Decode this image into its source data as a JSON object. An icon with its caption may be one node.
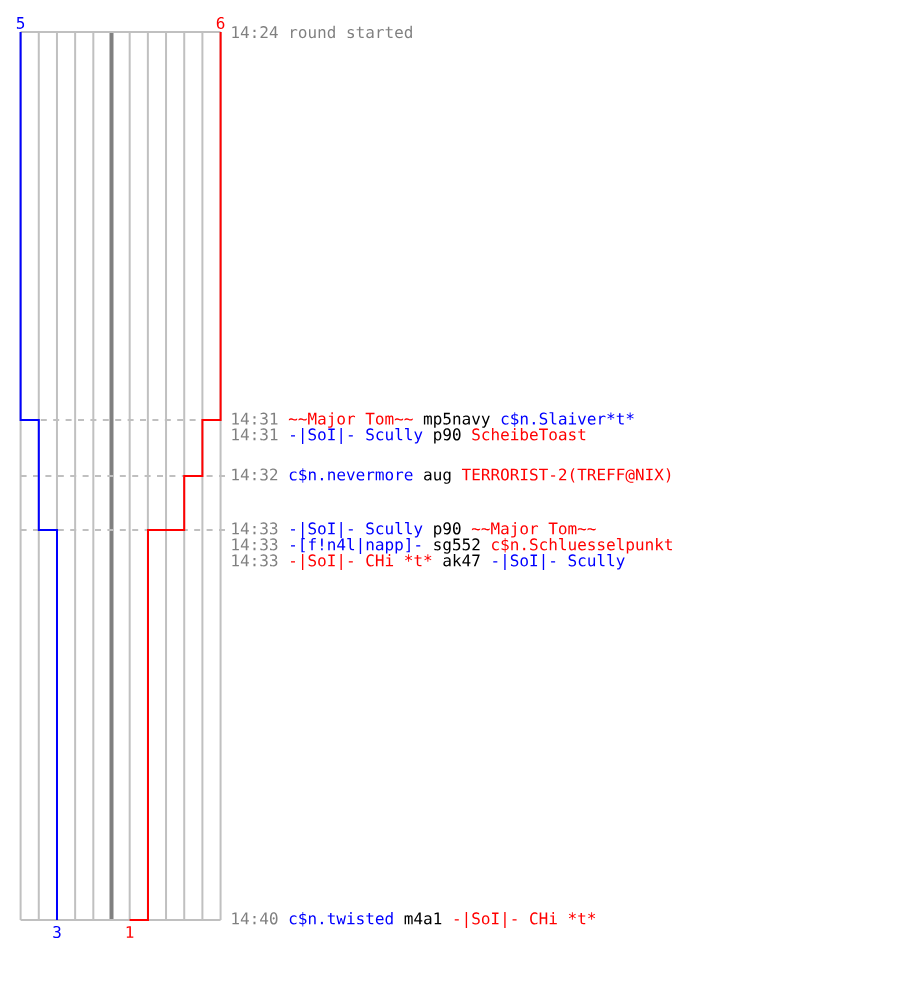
{
  "diagram": {
    "labels": [
      "5",
      "6",
      "14:24",
      "round started",
      "14:31",
      "~~Major Tom~~",
      "mp5navy",
      "c$n.Slaiver*t*",
      "14:31",
      "-|SoI|- Scully",
      "p90",
      "ScheibeToast",
      "14:32",
      "c$n.nevermore",
      "aug",
      "TERRORIST-2(TREFF@NIX)",
      "14:33",
      "-|SoI|- Scully",
      "p90",
      "~~Major Tom~~",
      "14:33",
      "-[f!n4l|napp]-",
      "sg552",
      "c$n.Schluesselpunkt",
      "14:33",
      "-|SoI|- CHi *t*",
      "ak47",
      "-|SoI|- Scully",
      "3",
      "1",
      "14:40",
      "c$n.twisted",
      "m4a1",
      "-|SoI|- CHi *t*"
    ]
  }
}
